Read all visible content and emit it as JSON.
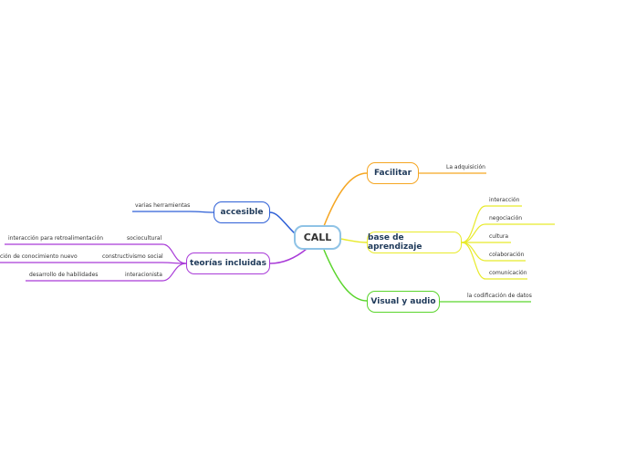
{
  "root": {
    "label": "CALL"
  },
  "colors": {
    "facilitar": "#f5a623",
    "base": "#e8ea2a",
    "visual": "#5ad52c",
    "accesible": "#2d5fd6",
    "teorias": "#a93bd8",
    "root_border": "#8fc3e6"
  },
  "branches": {
    "facilitar": {
      "label": "Facilitar",
      "leaves": [
        "La adquisición"
      ]
    },
    "base": {
      "label": "base de aprendizaje",
      "leaves": [
        "interacción",
        "negociación",
        "cultura",
        "colaboración",
        "comunicación"
      ]
    },
    "visual": {
      "label": "Visual y audio",
      "leaves": [
        "la codificación de datos"
      ]
    },
    "accesible": {
      "label": "accesible",
      "leaves": [
        "varias herramientas"
      ]
    },
    "teorias": {
      "label": "teorías incluidas",
      "leaves": [
        "sociocultural",
        "constructivismo social",
        "interacionista"
      ],
      "subleaves": [
        "interacción para retroalimentación",
        "ción de conocimiento nuevo",
        "desarrollo de habilidades"
      ]
    }
  }
}
